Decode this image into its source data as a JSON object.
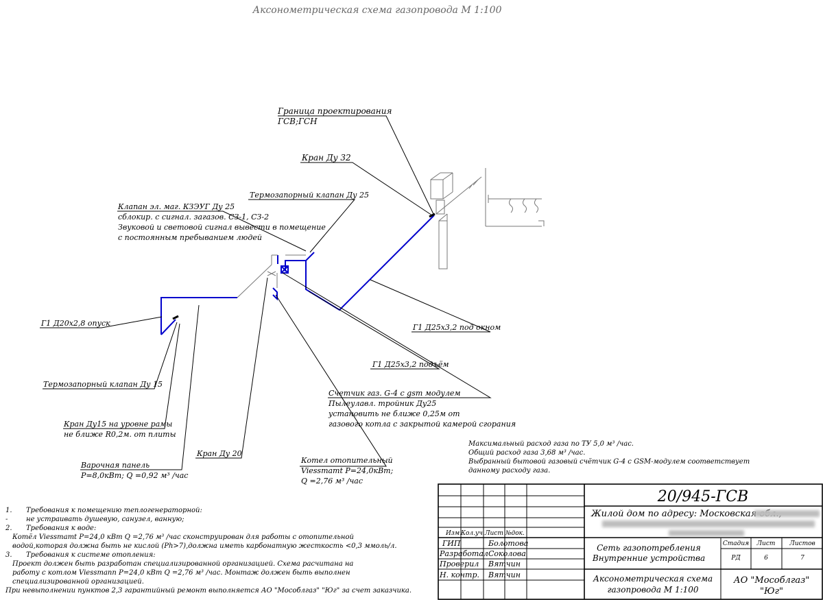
{
  "title": "Аксонометрическая схема газопровода М 1:100",
  "labels": {
    "boundary_1": "Граница проектирования",
    "boundary_2": "ГСВ;ГСН",
    "valve_du32": "Кран Ду 32",
    "thermo_valve_25": "Термозапорный клапан Ду 25",
    "solenoid_1": "Клапан эл. маг. КЗЭУГ Ду 25",
    "solenoid_2": "сблокир. с сигнал. загазов. СЗ-1, СЗ-2",
    "solenoid_3": "Звуковой и световой сигнал вывести в помещение",
    "solenoid_4": "с постоянным пребыванием людей",
    "pipe_drop": "Г1 Д20х2,8 опуск",
    "pipe_window": "Г1 Д25х3,2 под окном",
    "pipe_rise": "Г1 Д25х3,2 подъём",
    "thermo_valve_15": "Термозапорный клапан Ду 15",
    "valve_du15_1": "Кран Ду15 на уровне рамы",
    "valve_du15_2": "не ближе R0,2м. от плиты",
    "meter_1": "Счетчик газ. G-4 с gsm модулем",
    "meter_2": "Пылеулавл. тройник Ду25",
    "meter_3": "установить не ближе 0,25м от",
    "meter_4": "газового котла с закрытой камерой сгорания",
    "valve_du20": "Кран Ду 20",
    "hob_1": "Варочная панель",
    "hob_2": "Р=8,0кВт; Q =0,92 м³ /час",
    "boiler_1": "Котел отопительный",
    "boiler_2": "Viessmamt Р=24,0кВт;",
    "boiler_3": "Q =2,76 м³ /час"
  },
  "notes": {
    "flow_1": "Максимальный расход газа по ТУ   5,0   м³ /час.",
    "flow_2": "Общий расход газа 3,68  м³ /час.",
    "flow_3": "Выбранный бытовой газовый счётчик G-4 с GSM-модулем соответствует",
    "flow_4": "данному расходу газа."
  },
  "requirements": [
    {
      "num": "1.",
      "text": "Требования к помещению теплогенераторной:"
    },
    {
      "num": "-",
      "text": "не устраивать душевую, санузел, ванную;"
    },
    {
      "num": "2.",
      "text": "Требования к воде:"
    },
    {
      "num": "",
      "text": "Котёл   Viessmamt Р=24,0 кВт Q =2,76 м³ /час  сконструирован для работы с отопительной"
    },
    {
      "num": "",
      "text": "водой,которая должна быть не кислой (Ph>7),должна иметь карбонатную жесткость <0,3 ммоль/л."
    },
    {
      "num": "3.",
      "text": "Требования к системе отопления:"
    },
    {
      "num": "",
      "text": "Проект должен быть разработан специализированной организацией. Схема расчитана на"
    },
    {
      "num": "",
      "text": "работу с котлом Viessmann Р=24,0 кВт Q =2,76 м³ /час.  Монтаж должен быть выполнен"
    },
    {
      "num": "",
      "text": "специализированной организацией."
    },
    {
      "num": "",
      "text": "При невыполнении пунктов 2,3 гарантийный ремонт выполняется АО \"Мособлгаз\" \"Юг\" за счет заказчика."
    }
  ],
  "stamp": {
    "doc_code": "20/945-ГСВ",
    "address_prefix": "Жилой дом по адресу: Московская обл.,",
    "col_izm": "Изм.",
    "col_kol": "Кол.уч.",
    "col_list": "Лист",
    "col_ndok": "№док.",
    "roles": [
      {
        "role": "ГИП",
        "name": "Болотова"
      },
      {
        "role": "Разработал",
        "name": "Соколова"
      },
      {
        "role": "Проверил",
        "name": "Вятчин"
      },
      {
        "role": "Н. контр.",
        "name": "Вятчин"
      }
    ],
    "subject_1": "Сеть газопотребления",
    "subject_2": "Внутренние устройства",
    "stage_label": "Стадия",
    "sheet_label": "Лист",
    "sheets_label": "Листов",
    "stage_value": "РД",
    "sheet_value": "6",
    "sheets_value": "7",
    "drawing_1": "Аксонометрическая схема",
    "drawing_2": "газопровода М 1:100",
    "org_1": "АО \"Мособлгаз\"",
    "org_2": "\"Юг\""
  }
}
